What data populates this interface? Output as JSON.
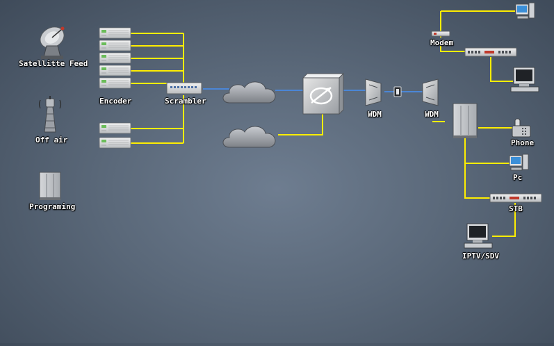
{
  "labels": {
    "satellite_feed": "Satellitte Feed",
    "off_air": "Off air",
    "programing": "Programing",
    "encoder": "Encoder",
    "scrambler": "Scrambler",
    "wdm_left": "WDM",
    "wdm_right": "WDM",
    "modem": "Modem",
    "phone": "Phone",
    "pc": "Pc",
    "stb": "STB",
    "iptv_sdv": "IPTV/SDV"
  },
  "icons": {
    "satellite_dish": "satellite-dish-icon",
    "antenna_tower": "antenna-tower-icon",
    "programing_server": "server-cabinet-icon",
    "encoder_units": "rack-server-icon",
    "scrambler": "rack-unit-icon",
    "clouds": "network-cloud-icon",
    "optical_switch": "optical-switch-icon",
    "wdm": "wdm-icon",
    "amplifier": "optical-amplifier-icon",
    "cabinet": "distribution-cabinet-icon",
    "modem": "modem-icon",
    "router": "router-icon",
    "pc": "desktop-pc-icon",
    "workstation": "workstation-icon",
    "phone": "telephone-icon",
    "stb": "set-top-box-icon",
    "iptv": "iptv-monitor-icon"
  },
  "colors": {
    "link": "#ffee00",
    "fiber": "#4b86d6",
    "background": "#5a6879",
    "label": "#ffffff"
  }
}
